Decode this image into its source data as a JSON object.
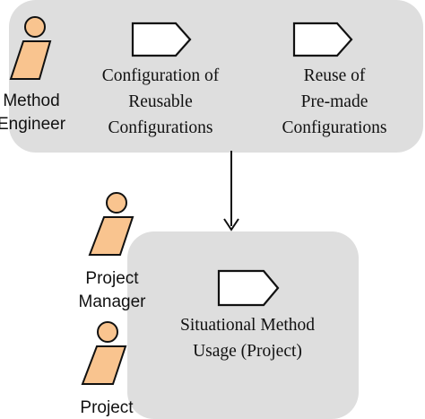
{
  "diagram": {
    "actors": [
      {
        "id": "method-engineer",
        "label_lines": [
          "Method",
          "Engineer"
        ]
      },
      {
        "id": "project-manager",
        "label_lines": [
          "Project",
          "Manager"
        ]
      },
      {
        "id": "project",
        "label_lines": [
          "Project"
        ]
      }
    ],
    "activities": [
      {
        "id": "configuration",
        "label_lines": [
          "Configuration of",
          "Reusable",
          "Configurations"
        ]
      },
      {
        "id": "reuse",
        "label_lines": [
          "Reuse of",
          "Pre-made",
          "Configurations"
        ]
      },
      {
        "id": "usage",
        "label_lines": [
          "Situational Method",
          "Usage (Project)"
        ]
      }
    ],
    "flow": {
      "from": "top-panel",
      "to": "bottom-panel"
    },
    "colors": {
      "panel": "#dedede",
      "actor_fill": "#f9c48f",
      "outline": "#111111"
    }
  }
}
